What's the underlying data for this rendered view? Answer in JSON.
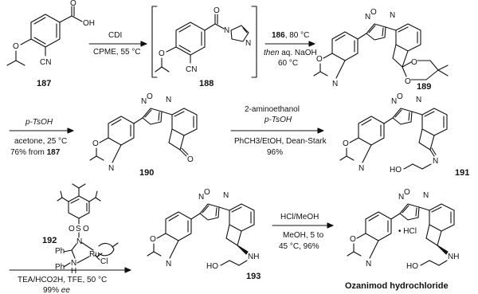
{
  "compounds": {
    "c187": "187",
    "c188": "188",
    "c189": "189",
    "c190": "190",
    "c191": "191",
    "c192": "192",
    "c193": "193",
    "final_name": "Ozanimod hydrochloride"
  },
  "atoms": {
    "OH": "OH",
    "O": "O",
    "N": "N",
    "CN": "CN",
    "Cl": "Cl",
    "Ru": "Ru",
    "H": "H",
    "NH": "NH",
    "HO": "HO",
    "Ph": "Ph",
    "HCl_salt": "• HCl"
  },
  "steps": {
    "s1_above": "CDI",
    "s1_below": "CPME, 55 °C",
    "s2_above_num": "186",
    "s2_above_rest": ", 80 °C",
    "s2_below1_em": "then",
    "s2_below1_rest": " aq. NaOH",
    "s2_below2": "60 °C",
    "s3_above": "p-TsOH",
    "s3_below1": "acetone, 25 °C",
    "s3_below2_pre": "76% from ",
    "s3_below2_num": "187",
    "s4_above1": "2-aminoethanol",
    "s4_above2": "p-TsOH",
    "s4_below1": "PhCH3/EtOH, Dean-Stark",
    "s4_below2": "96%",
    "s5_below1": "TEA/HCO2H, TFE, 50 °C",
    "s5_below2_pre": "99% ",
    "s5_below2_em": "ee",
    "s6_above": "HCl/MeOH",
    "s6_below1": "MeOH, 5 to",
    "s6_below2": "45 °C, 96%"
  }
}
